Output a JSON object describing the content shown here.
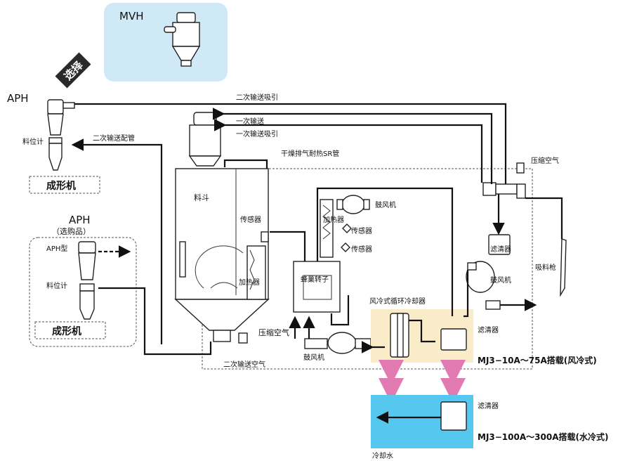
{
  "mvh": {
    "label": "MVH"
  },
  "select_badge": {
    "label": "选择"
  },
  "aph_top": {
    "label": "APH",
    "level_meter": "料位计",
    "machine": "成形机"
  },
  "aph_optional": {
    "label": "APH",
    "note": "（选购品）",
    "model": "APH型",
    "level_meter": "料位计",
    "machine": "成形机"
  },
  "lines": {
    "secondary_suction_top": "二次输送吸引",
    "primary_conveying": "一次输送",
    "primary_suction": "一次输送吸引",
    "secondary_piping": "二次输送配管",
    "dry_exhaust": "干燥排气耐热SR管",
    "secondary_air": "二次输送空气"
  },
  "hopper": {
    "label": "料斗"
  },
  "components": {
    "sensor_1": "传感器",
    "sensor_2": "传感器",
    "sensor_3": "传感器",
    "heater_1": "加热器",
    "heater_2": "加热器",
    "blower_1": "鼓风机",
    "blower_2": "鼓风机",
    "blower_3": "鼓风机",
    "honeycomb_rotor": "蜂巢转子",
    "compressed_air_1": "压缩空气",
    "compressed_air_2": "压缩空气",
    "filter_1": "滤清器",
    "filter_2": "滤清器",
    "filter_3": "滤清器",
    "air_cooler": "风冷式循环冷却器",
    "suction_gun": "吸料枪",
    "cooling_water": "冷却水"
  },
  "models": {
    "air_cooled": "MJ3−10A～75A搭载(风冷式)",
    "water_cooled": "MJ3−100A～300A搭载(水冷式)"
  },
  "colors": {
    "light_blue": "#cfe9f6",
    "cyan_panel": "#56c7ee",
    "beige_panel": "#faecc9",
    "pink_arrow": "#e07ab0",
    "badge": "#2a2a2a"
  }
}
